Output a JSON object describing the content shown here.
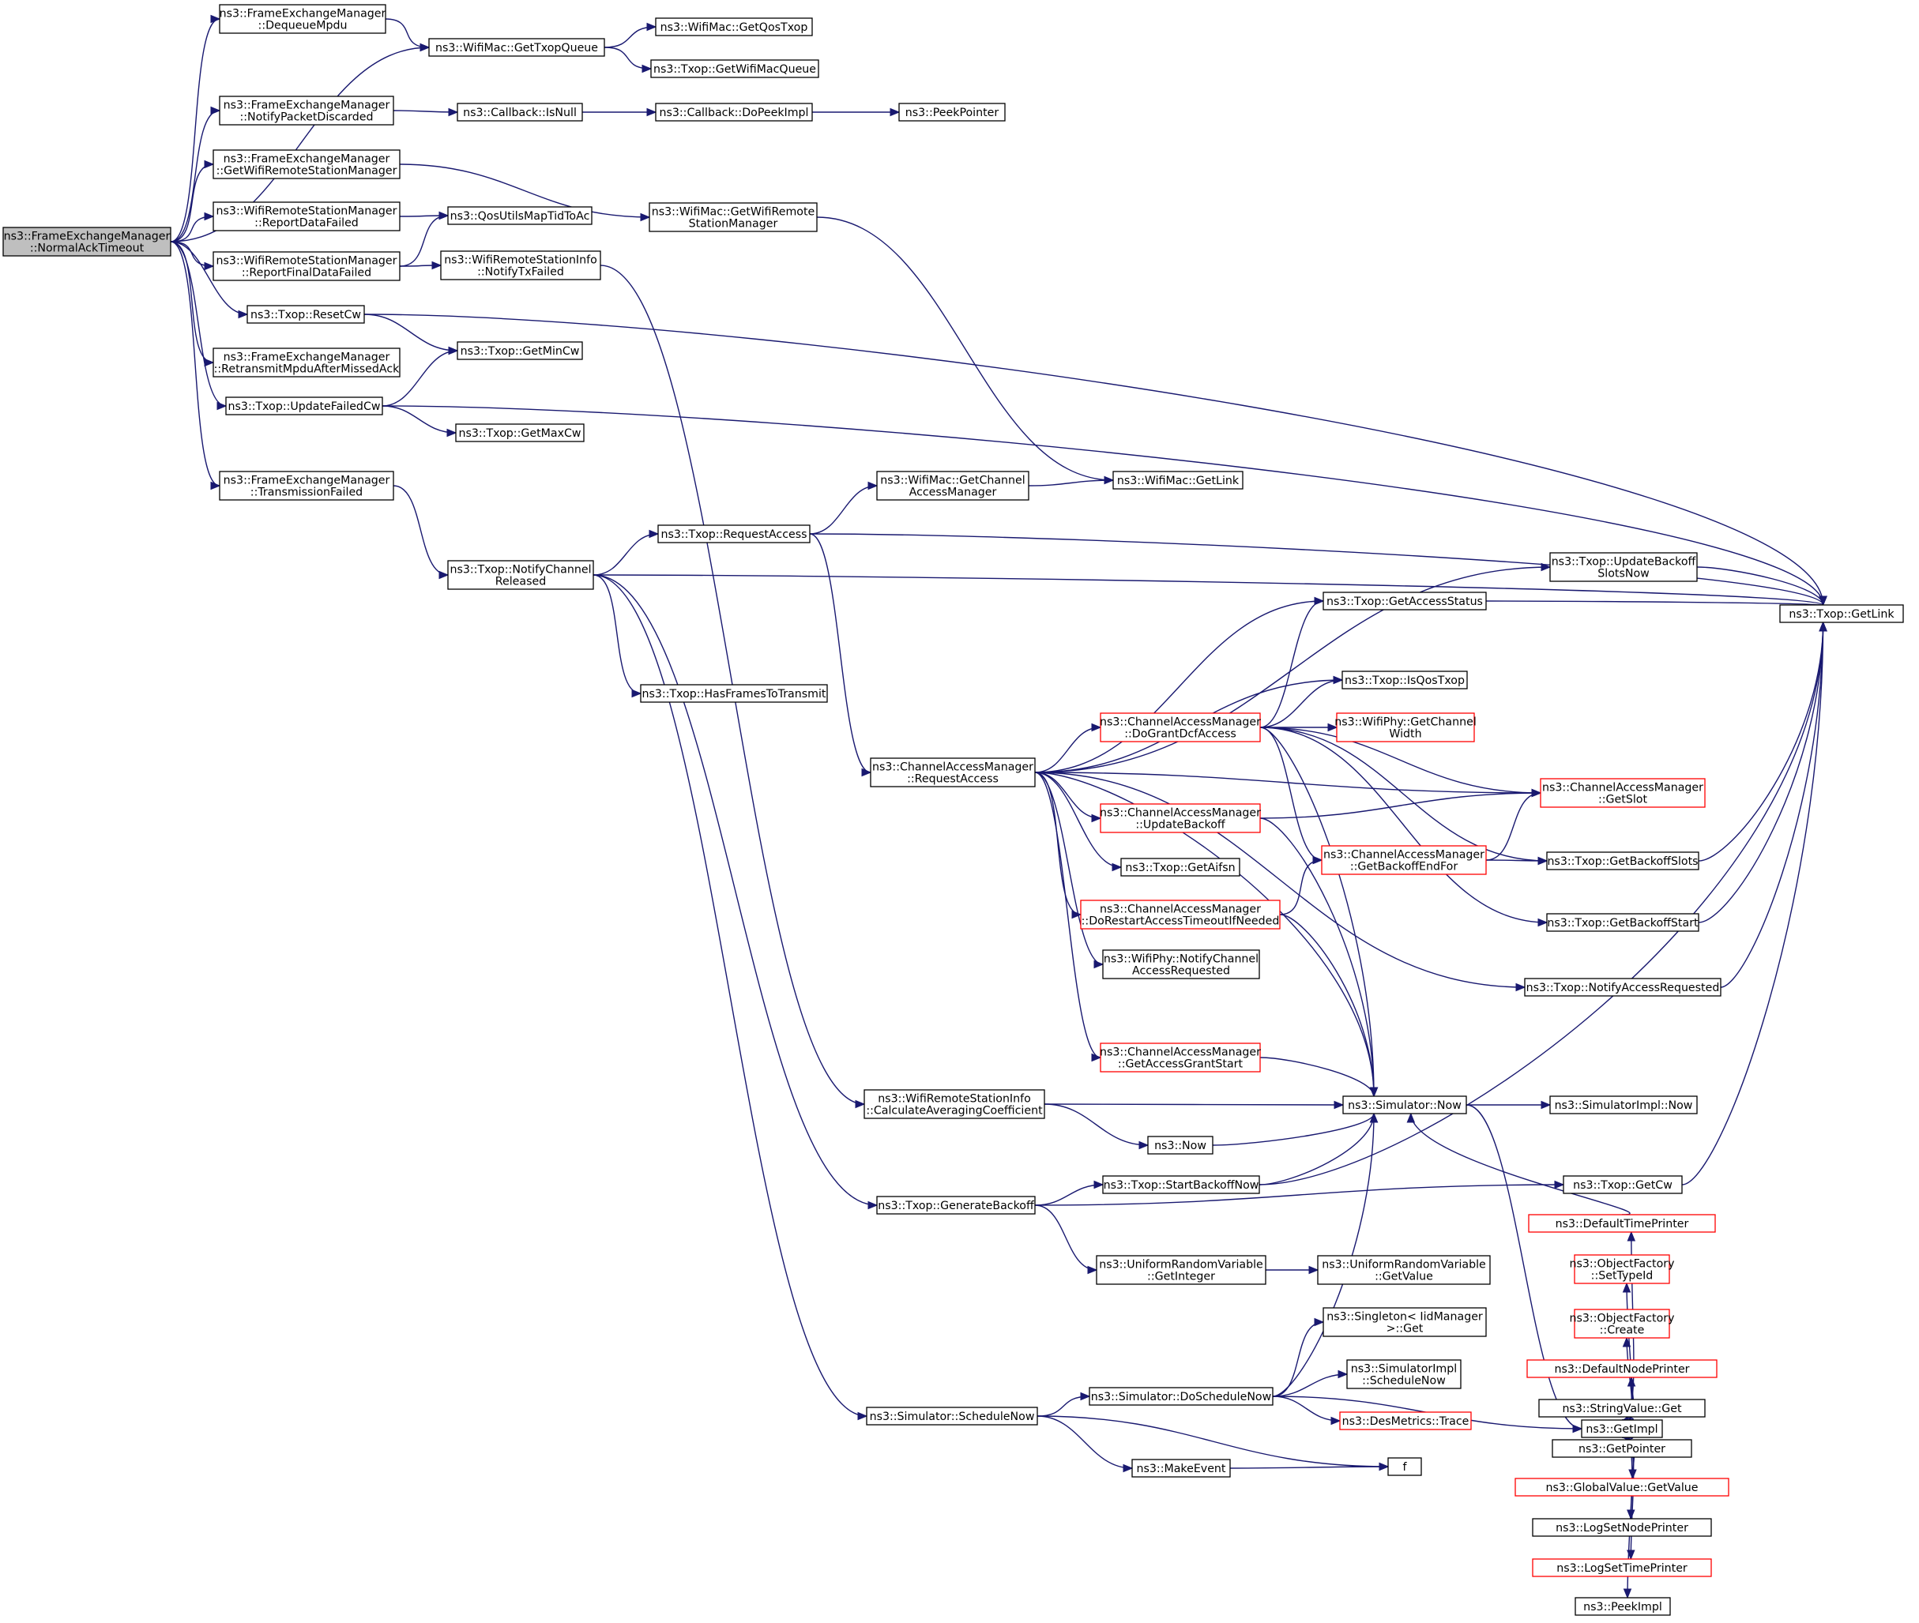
{
  "colors": {
    "edge": "#191970",
    "node_border": "#000000",
    "node_border_truncated": "#ff0000",
    "root_fill": "#bfbfbf",
    "node_fill": "#ffffff"
  },
  "nodes": [
    {
      "id": "root",
      "lines": [
        "ns3::FrameExchangeManager",
        "::NormalAckTimeout"
      ],
      "root": true
    },
    {
      "id": "fem_dequeue",
      "lines": [
        "ns3::FrameExchangeManager",
        "::DequeueMpdu"
      ]
    },
    {
      "id": "wm_gettxopqueue",
      "lines": [
        "ns3::WifiMac::GetTxopQueue"
      ]
    },
    {
      "id": "wm_getqostxop",
      "lines": [
        "ns3::WifiMac::GetQosTxop"
      ]
    },
    {
      "id": "txop_getwifimacqueue",
      "lines": [
        "ns3::Txop::GetWifiMacQueue"
      ]
    },
    {
      "id": "fem_notifypkt",
      "lines": [
        "ns3::FrameExchangeManager",
        "::NotifyPacketDiscarded"
      ]
    },
    {
      "id": "cb_isnull",
      "lines": [
        "ns3::Callback::IsNull"
      ]
    },
    {
      "id": "cb_dopeek",
      "lines": [
        "ns3::Callback::DoPeekImpl"
      ]
    },
    {
      "id": "peekpointer",
      "lines": [
        "ns3::PeekPointer"
      ]
    },
    {
      "id": "fem_getwrsm",
      "lines": [
        "ns3::FrameExchangeManager",
        "::GetWifiRemoteStationManager"
      ]
    },
    {
      "id": "wm_getwrsm",
      "lines": [
        "ns3::WifiMac::GetWifiRemote",
        "StationManager"
      ]
    },
    {
      "id": "wrsm_reportdata",
      "lines": [
        "ns3::WifiRemoteStationManager",
        "::ReportDataFailed"
      ]
    },
    {
      "id": "qosutils",
      "lines": [
        "ns3::QosUtilsMapTidToAc"
      ]
    },
    {
      "id": "wrsm_reportfinal",
      "lines": [
        "ns3::WifiRemoteStationManager",
        "::ReportFinalDataFailed"
      ]
    },
    {
      "id": "wrsi_notifytx",
      "lines": [
        "ns3::WifiRemoteStationInfo",
        "::NotifyTxFailed"
      ]
    },
    {
      "id": "txop_resetcw",
      "lines": [
        "ns3::Txop::ResetCw"
      ]
    },
    {
      "id": "fem_retransmit",
      "lines": [
        "ns3::FrameExchangeManager",
        "::RetransmitMpduAfterMissedAck"
      ]
    },
    {
      "id": "txop_getmincw",
      "lines": [
        "ns3::Txop::GetMinCw"
      ]
    },
    {
      "id": "txop_updatefailedcw",
      "lines": [
        "ns3::Txop::UpdateFailedCw"
      ]
    },
    {
      "id": "txop_getmaxcw",
      "lines": [
        "ns3::Txop::GetMaxCw"
      ]
    },
    {
      "id": "fem_transfailed",
      "lines": [
        "ns3::FrameExchangeManager",
        "::TransmissionFailed"
      ]
    },
    {
      "id": "wm_getcam",
      "lines": [
        "ns3::WifiMac::GetChannel",
        "AccessManager"
      ]
    },
    {
      "id": "wm_getlink",
      "lines": [
        "ns3::WifiMac::GetLink"
      ]
    },
    {
      "id": "txop_requestaccess",
      "lines": [
        "ns3::Txop::RequestAccess"
      ]
    },
    {
      "id": "txop_notifychrel",
      "lines": [
        "ns3::Txop::NotifyChannel",
        "Released"
      ]
    },
    {
      "id": "txop_hasframes",
      "lines": [
        "ns3::Txop::HasFramesToTransmit"
      ]
    },
    {
      "id": "txop_updatebackoffslots",
      "lines": [
        "ns3::Txop::UpdateBackoff",
        "SlotsNow"
      ]
    },
    {
      "id": "txop_getaccessstatus",
      "lines": [
        "ns3::Txop::GetAccessStatus"
      ]
    },
    {
      "id": "txop_getlink",
      "lines": [
        "ns3::Txop::GetLink"
      ]
    },
    {
      "id": "txop_isqostxop",
      "lines": [
        "ns3::Txop::IsQosTxop"
      ]
    },
    {
      "id": "cam_dogrant",
      "lines": [
        "ns3::ChannelAccessManager",
        "::DoGrantDcfAccess"
      ],
      "truncated": true
    },
    {
      "id": "wp_getchwidth",
      "lines": [
        "ns3::WifiPhy::GetChannel",
        "Width"
      ],
      "truncated": true
    },
    {
      "id": "cam_requestaccess",
      "lines": [
        "ns3::ChannelAccessManager",
        "::RequestAccess"
      ]
    },
    {
      "id": "cam_getslot",
      "lines": [
        "ns3::ChannelAccessManager",
        "::GetSlot"
      ],
      "truncated": true
    },
    {
      "id": "cam_updatebackoff",
      "lines": [
        "ns3::ChannelAccessManager",
        "::UpdateBackoff"
      ],
      "truncated": true
    },
    {
      "id": "cam_getbackoffendfor",
      "lines": [
        "ns3::ChannelAccessManager",
        "::GetBackoffEndFor"
      ],
      "truncated": true
    },
    {
      "id": "txop_getbackoffslots",
      "lines": [
        "ns3::Txop::GetBackoffSlots"
      ]
    },
    {
      "id": "txop_getaifsn",
      "lines": [
        "ns3::Txop::GetAifsn"
      ]
    },
    {
      "id": "cam_dorestart",
      "lines": [
        "ns3::ChannelAccessManager",
        "::DoRestartAccessTimeoutIfNeeded"
      ],
      "truncated": true
    },
    {
      "id": "txop_getbackoffstart",
      "lines": [
        "ns3::Txop::GetBackoffStart"
      ]
    },
    {
      "id": "wp_notifychacc",
      "lines": [
        "ns3::WifiPhy::NotifyChannel",
        "AccessRequested"
      ]
    },
    {
      "id": "txop_notifyaccreq",
      "lines": [
        "ns3::Txop::NotifyAccessRequested"
      ]
    },
    {
      "id": "cam_getaccessgrant",
      "lines": [
        "ns3::ChannelAccessManager",
        "::GetAccessGrantStart"
      ],
      "truncated": true
    },
    {
      "id": "wrsi_calcavg",
      "lines": [
        "ns3::WifiRemoteStationInfo",
        "::CalculateAveragingCoefficient"
      ]
    },
    {
      "id": "sim_now",
      "lines": [
        "ns3::Simulator::Now"
      ]
    },
    {
      "id": "simimpl_now",
      "lines": [
        "ns3::SimulatorImpl::Now"
      ]
    },
    {
      "id": "ns3_now",
      "lines": [
        "ns3::Now"
      ]
    },
    {
      "id": "txop_startbackoffnow",
      "lines": [
        "ns3::Txop::StartBackoffNow"
      ]
    },
    {
      "id": "txop_getcw",
      "lines": [
        "ns3::Txop::GetCw"
      ]
    },
    {
      "id": "txop_generatebackoff",
      "lines": [
        "ns3::Txop::GenerateBackoff"
      ]
    },
    {
      "id": "defaulttimeprinter",
      "lines": [
        "ns3::DefaultTimePrinter"
      ],
      "truncated": true
    },
    {
      "id": "objf_settypeid",
      "lines": [
        "ns3::ObjectFactory",
        "::SetTypeId"
      ],
      "truncated": true
    },
    {
      "id": "urv_getinteger",
      "lines": [
        "ns3::UniformRandomVariable",
        "::GetInteger"
      ]
    },
    {
      "id": "urv_getvalue",
      "lines": [
        "ns3::UniformRandomVariable",
        "::GetValue"
      ]
    },
    {
      "id": "objf_create",
      "lines": [
        "ns3::ObjectFactory",
        "::Create"
      ],
      "truncated": true
    },
    {
      "id": "singleton_get",
      "lines": [
        "ns3::Singleton< IidManager",
        " >::Get"
      ]
    },
    {
      "id": "defaultnodeprinter",
      "lines": [
        "ns3::DefaultNodePrinter"
      ],
      "truncated": true
    },
    {
      "id": "simimpl_schedulenow",
      "lines": [
        "ns3::SimulatorImpl",
        "::ScheduleNow"
      ]
    },
    {
      "id": "sim_doschedulenow",
      "lines": [
        "ns3::Simulator::DoScheduleNow"
      ]
    },
    {
      "id": "stringvalue_get",
      "lines": [
        "ns3::StringValue::Get"
      ]
    },
    {
      "id": "sim_schedulenow",
      "lines": [
        "ns3::Simulator::ScheduleNow"
      ]
    },
    {
      "id": "desmetrics_trace",
      "lines": [
        "ns3::DesMetrics::Trace"
      ],
      "truncated": true
    },
    {
      "id": "getimpl",
      "lines": [
        "ns3::GetImpl"
      ]
    },
    {
      "id": "getpointer",
      "lines": [
        "ns3::GetPointer"
      ]
    },
    {
      "id": "globalvalue_getvalue",
      "lines": [
        "ns3::GlobalValue::GetValue"
      ],
      "truncated": true
    },
    {
      "id": "f",
      "lines": [
        "f"
      ]
    },
    {
      "id": "makeevent",
      "lines": [
        "ns3::MakeEvent"
      ]
    },
    {
      "id": "logsetnodeprinter",
      "lines": [
        "ns3::LogSetNodePrinter"
      ]
    },
    {
      "id": "logsettimeprinter",
      "lines": [
        "ns3::LogSetTimePrinter"
      ],
      "truncated": true
    },
    {
      "id": "peekimpl",
      "lines": [
        "ns3::PeekImpl"
      ]
    }
  ],
  "edges": [
    [
      "root",
      "fem_dequeue"
    ],
    [
      "root",
      "wm_gettxopqueue"
    ],
    [
      "root",
      "fem_notifypkt"
    ],
    [
      "root",
      "fem_getwrsm"
    ],
    [
      "root",
      "wrsm_reportdata"
    ],
    [
      "root",
      "wrsm_reportfinal"
    ],
    [
      "root",
      "txop_resetcw"
    ],
    [
      "root",
      "fem_retransmit"
    ],
    [
      "root",
      "txop_updatefailedcw"
    ],
    [
      "root",
      "fem_transfailed"
    ],
    [
      "fem_dequeue",
      "wm_gettxopqueue"
    ],
    [
      "wm_gettxopqueue",
      "wm_getqostxop"
    ],
    [
      "wm_gettxopqueue",
      "txop_getwifimacqueue"
    ],
    [
      "fem_notifypkt",
      "cb_isnull"
    ],
    [
      "cb_isnull",
      "cb_dopeek"
    ],
    [
      "cb_dopeek",
      "peekpointer"
    ],
    [
      "fem_getwrsm",
      "wm_getwrsm"
    ],
    [
      "wm_getwrsm",
      "wm_getlink"
    ],
    [
      "wrsm_reportdata",
      "qosutils"
    ],
    [
      "wrsm_reportfinal",
      "qosutils"
    ],
    [
      "wrsm_reportfinal",
      "wrsi_notifytx"
    ],
    [
      "wrsi_notifytx",
      "wrsi_calcavg"
    ],
    [
      "txop_resetcw",
      "txop_getmincw"
    ],
    [
      "txop_resetcw",
      "txop_getlink"
    ],
    [
      "txop_updatefailedcw",
      "txop_getmincw"
    ],
    [
      "txop_updatefailedcw",
      "txop_getmaxcw"
    ],
    [
      "txop_updatefailedcw",
      "txop_getlink"
    ],
    [
      "fem_transfailed",
      "txop_notifychrel"
    ],
    [
      "txop_notifychrel",
      "txop_requestaccess"
    ],
    [
      "txop_notifychrel",
      "txop_getlink"
    ],
    [
      "txop_notifychrel",
      "txop_hasframes"
    ],
    [
      "txop_notifychrel",
      "txop_generatebackoff"
    ],
    [
      "txop_notifychrel",
      "sim_schedulenow"
    ],
    [
      "txop_requestaccess",
      "wm_getcam"
    ],
    [
      "txop_requestaccess",
      "txop_getlink"
    ],
    [
      "txop_requestaccess",
      "cam_requestaccess"
    ],
    [
      "wm_getcam",
      "wm_getlink"
    ],
    [
      "cam_requestaccess",
      "txop_updatebackoffslots"
    ],
    [
      "cam_requestaccess",
      "txop_getaccessstatus"
    ],
    [
      "cam_requestaccess",
      "txop_isqostxop"
    ],
    [
      "cam_requestaccess",
      "cam_dogrant"
    ],
    [
      "cam_requestaccess",
      "cam_getslot"
    ],
    [
      "cam_requestaccess",
      "cam_updatebackoff"
    ],
    [
      "cam_requestaccess",
      "txop_getaifsn"
    ],
    [
      "cam_requestaccess",
      "cam_dorestart"
    ],
    [
      "cam_requestaccess",
      "wp_notifychacc"
    ],
    [
      "cam_requestaccess",
      "txop_notifyaccreq"
    ],
    [
      "cam_requestaccess",
      "cam_getaccessgrant"
    ],
    [
      "cam_requestaccess",
      "sim_now"
    ],
    [
      "txop_updatebackoffslots",
      "txop_getlink"
    ],
    [
      "txop_getaccessstatus",
      "txop_getlink"
    ],
    [
      "cam_dogrant",
      "txop_getaccessstatus"
    ],
    [
      "cam_dogrant",
      "txop_isqostxop"
    ],
    [
      "cam_dogrant",
      "wp_getchwidth"
    ],
    [
      "cam_dogrant",
      "cam_getslot"
    ],
    [
      "cam_dogrant",
      "cam_getbackoffendfor"
    ],
    [
      "cam_dogrant",
      "txop_getbackoffslots"
    ],
    [
      "cam_dogrant",
      "txop_getbackoffstart"
    ],
    [
      "cam_dogrant",
      "sim_now"
    ],
    [
      "cam_updatebackoff",
      "cam_getslot"
    ],
    [
      "cam_updatebackoff",
      "sim_now"
    ],
    [
      "cam_getbackoffendfor",
      "cam_getslot"
    ],
    [
      "cam_getbackoffendfor",
      "txop_getbackoffslots"
    ],
    [
      "cam_dorestart",
      "cam_getbackoffendfor"
    ],
    [
      "cam_dorestart",
      "sim_now"
    ],
    [
      "txop_getbackoffslots",
      "txop_getlink"
    ],
    [
      "txop_getbackoffstart",
      "txop_getlink"
    ],
    [
      "txop_notifyaccreq",
      "txop_getlink"
    ],
    [
      "cam_getaccessgrant",
      "sim_now"
    ],
    [
      "wrsi_calcavg",
      "sim_now"
    ],
    [
      "wrsi_calcavg",
      "ns3_now"
    ],
    [
      "ns3_now",
      "sim_now"
    ],
    [
      "sim_now",
      "simimpl_now"
    ],
    [
      "sim_now",
      "getimpl"
    ],
    [
      "txop_generatebackoff",
      "txop_startbackoffnow"
    ],
    [
      "txop_generatebackoff",
      "txop_getcw"
    ],
    [
      "txop_generatebackoff",
      "urv_getinteger"
    ],
    [
      "txop_startbackoffnow",
      "sim_now"
    ],
    [
      "txop_startbackoffnow",
      "txop_getlink"
    ],
    [
      "txop_getcw",
      "txop_getlink"
    ],
    [
      "urv_getinteger",
      "urv_getvalue"
    ],
    [
      "sim_schedulenow",
      "sim_doschedulenow"
    ],
    [
      "sim_schedulenow",
      "makeevent"
    ],
    [
      "sim_schedulenow",
      "f"
    ],
    [
      "sim_doschedulenow",
      "sim_now"
    ],
    [
      "sim_doschedulenow",
      "singleton_get"
    ],
    [
      "sim_doschedulenow",
      "simimpl_schedulenow"
    ],
    [
      "sim_doschedulenow",
      "desmetrics_trace"
    ],
    [
      "sim_doschedulenow",
      "getimpl"
    ],
    [
      "makeevent",
      "f"
    ],
    [
      "getimpl",
      "defaulttimeprinter"
    ],
    [
      "getimpl",
      "objf_settypeid"
    ],
    [
      "getimpl",
      "objf_create"
    ],
    [
      "getimpl",
      "defaultnodeprinter"
    ],
    [
      "getimpl",
      "stringvalue_get"
    ],
    [
      "getimpl",
      "getpointer"
    ],
    [
      "getimpl",
      "globalvalue_getvalue"
    ],
    [
      "getimpl",
      "logsetnodeprinter"
    ],
    [
      "getimpl",
      "logsettimeprinter"
    ],
    [
      "getimpl",
      "peekimpl"
    ],
    [
      "defaulttimeprinter",
      "sim_now"
    ]
  ]
}
